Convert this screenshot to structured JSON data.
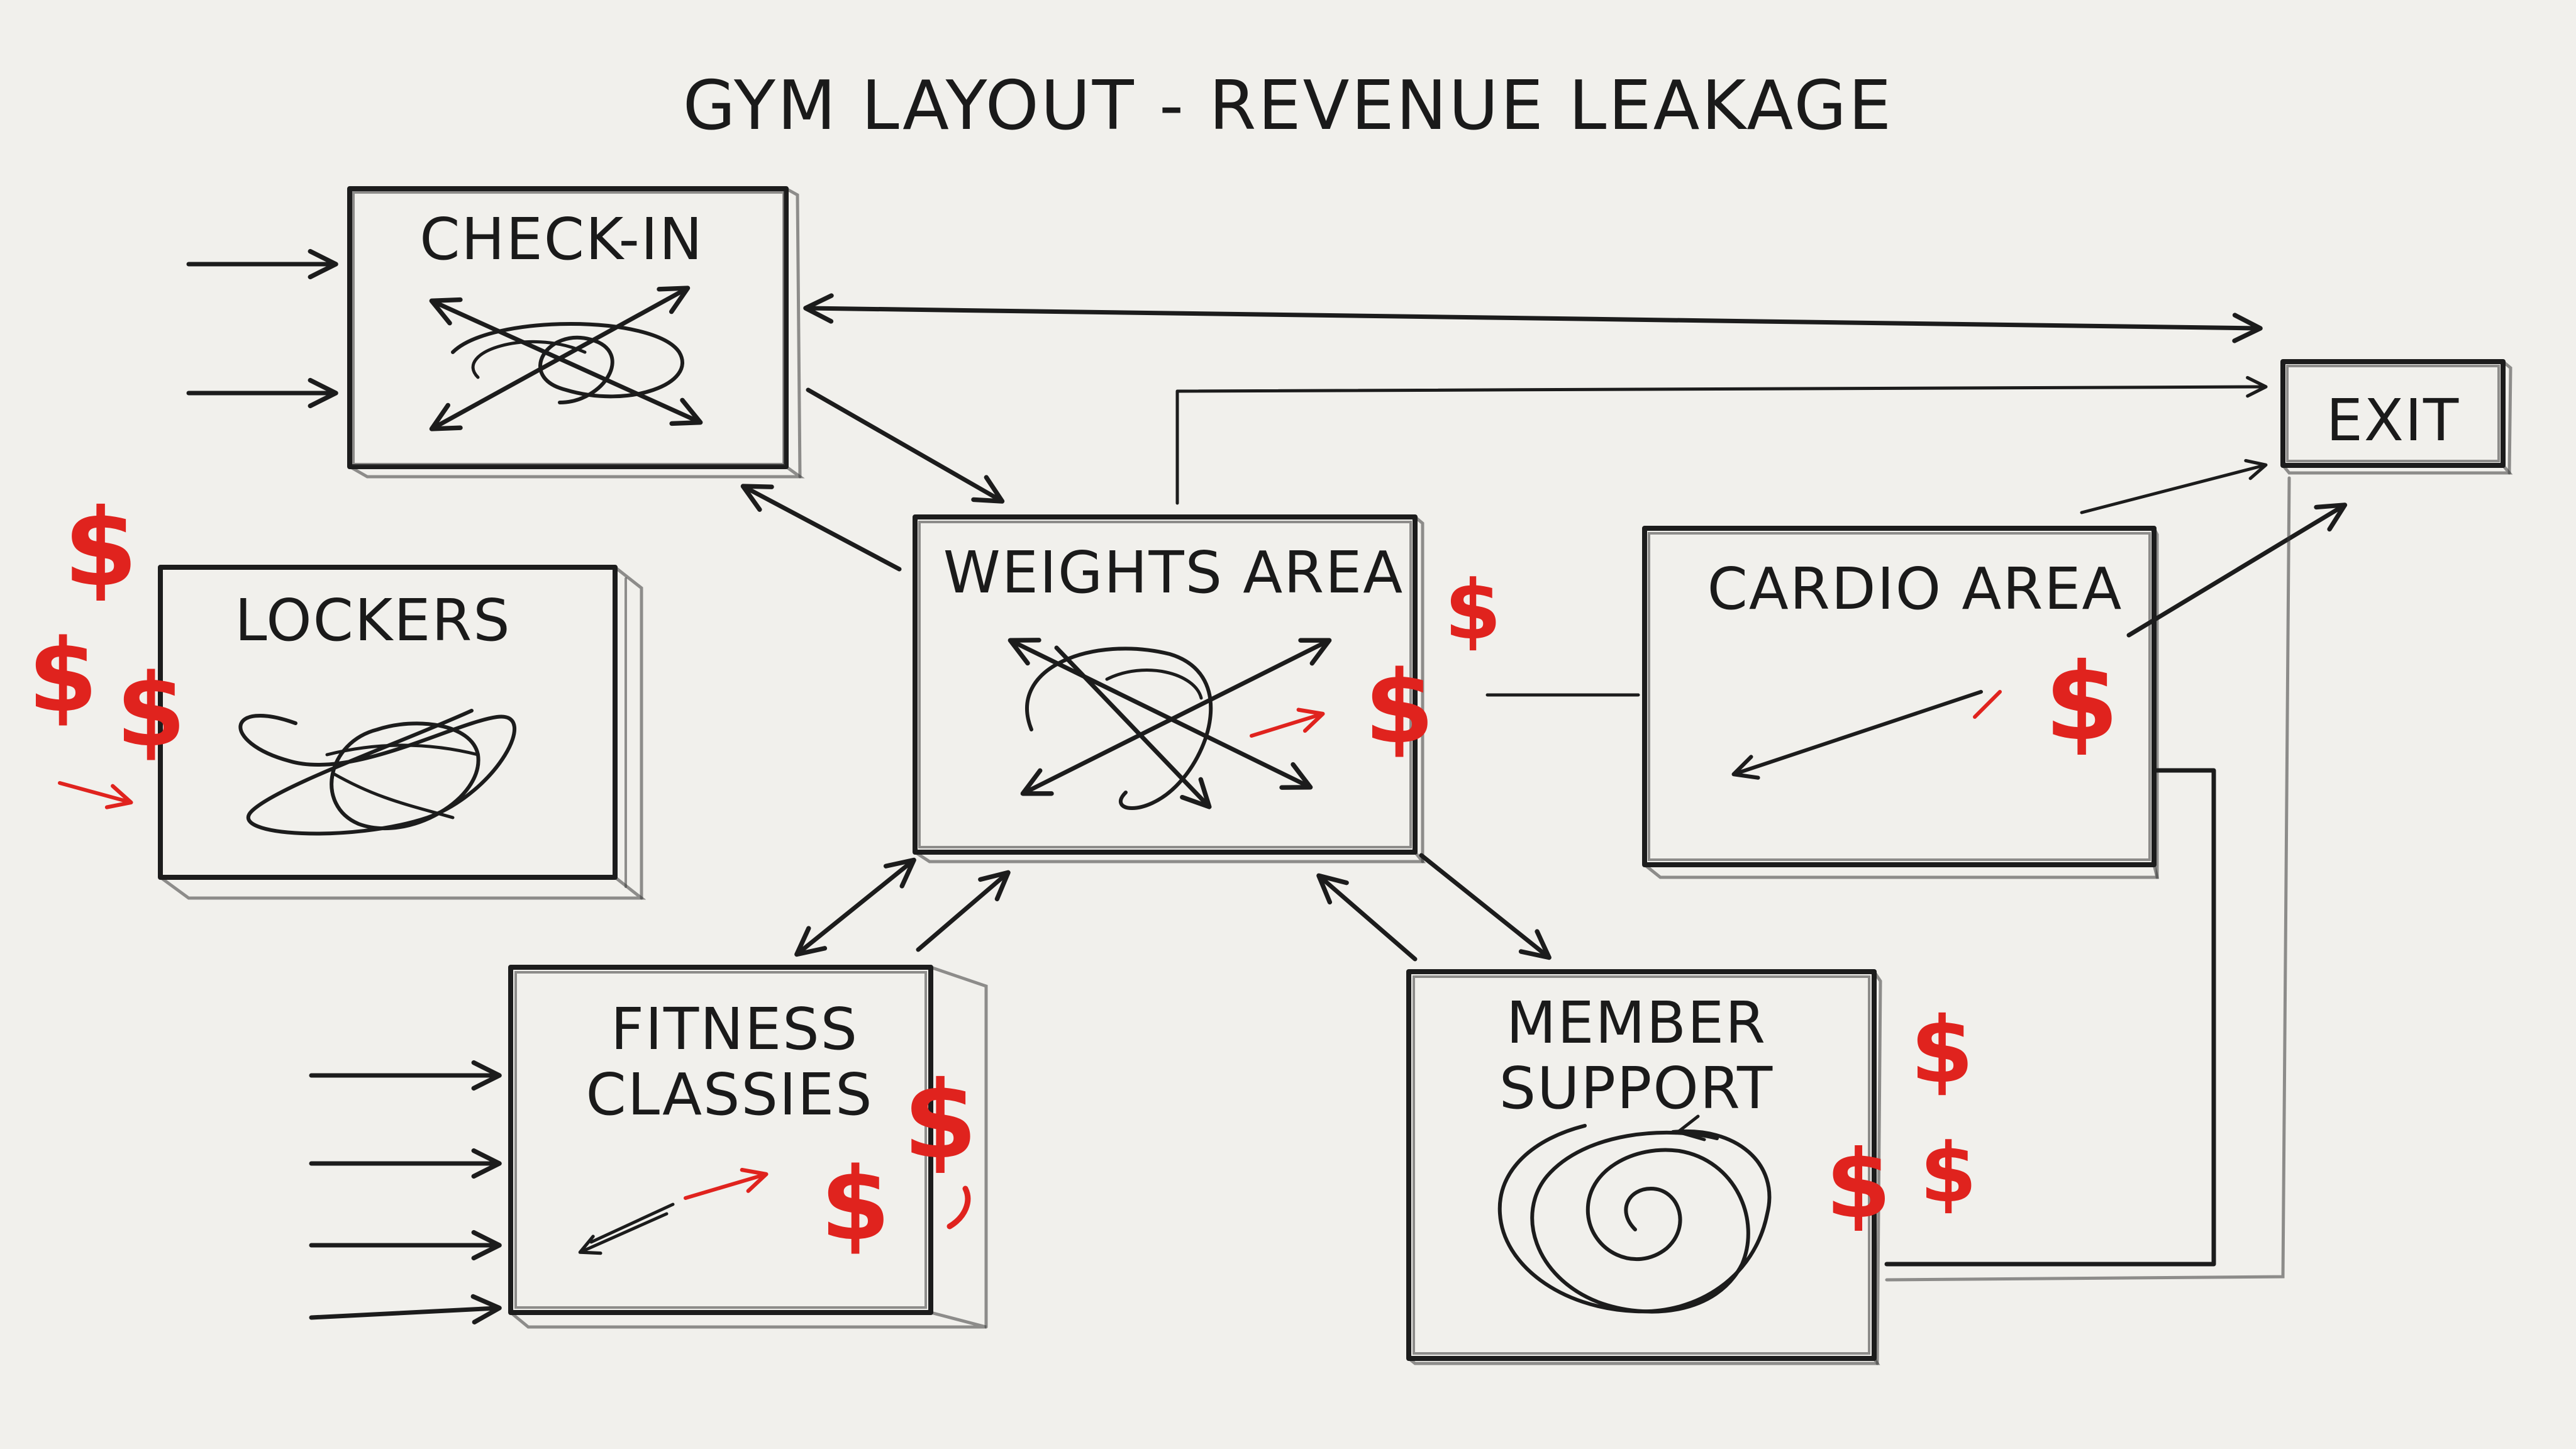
{
  "title": "GYM LAYOUT - REVENUE LEAKAGE",
  "zones": {
    "check_in": "CHECK-IN",
    "lockers": "LOCKERS",
    "weights": "WEIGHTS AREA",
    "cardio": "CARDIO AREA",
    "fitness_line1": "FITNESS",
    "fitness_line2": "CLASSIES",
    "support_line1": "MEMBER",
    "support_line2": "SUPPORT",
    "exit": "EXIT"
  },
  "leak_symbol": "$",
  "colors": {
    "ink": "#1c1c1c",
    "leak": "#e0231e",
    "paper": "#f1f0ec"
  }
}
